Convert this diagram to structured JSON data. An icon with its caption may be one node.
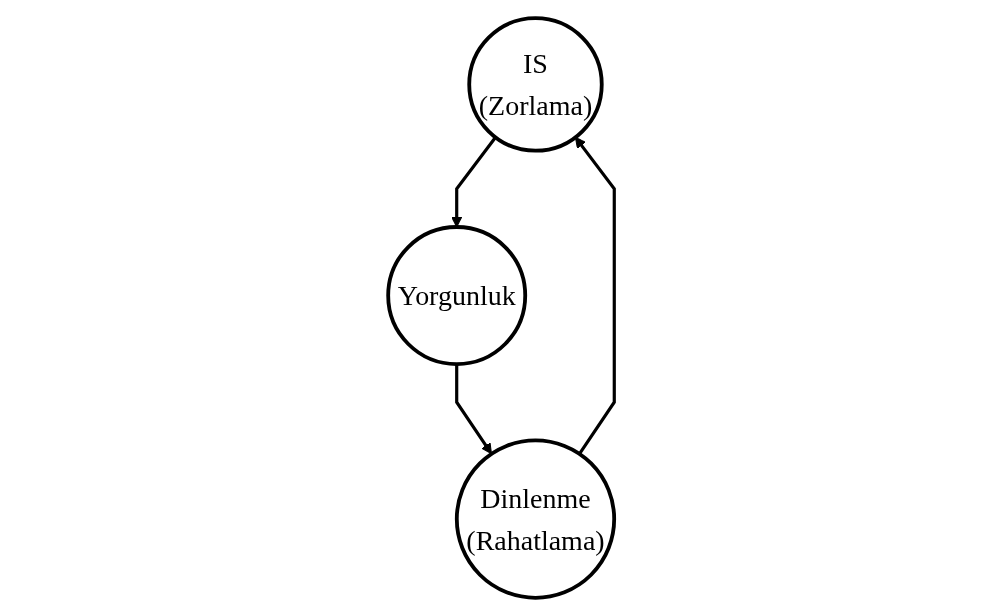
{
  "diagram": {
    "nodes": [
      {
        "text": [
          "IS",
          "(Zorlama)"
        ]
      },
      {
        "text": [
          "Dinlenme",
          "(Rahatlama)"
        ]
      },
      {
        "text": [
          "Yorgunluk"
        ]
      }
    ],
    "edges": [
      {
        "from": 0,
        "to": 2,
        "arrow": "to"
      },
      {
        "from": 2,
        "to": 1,
        "arrow": "to"
      },
      {
        "from": 1,
        "to": 0,
        "arrow": "to"
      }
    ]
  }
}
